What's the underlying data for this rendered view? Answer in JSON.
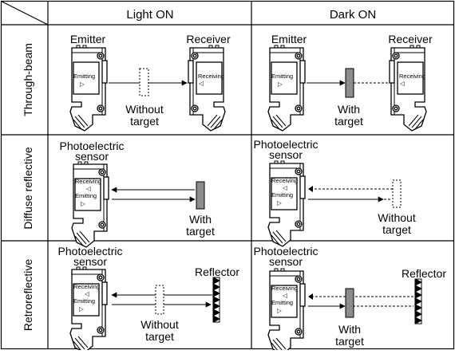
{
  "header": {
    "light_on": "Light ON",
    "dark_on": "Dark ON"
  },
  "rows": {
    "through_beam": "Through-beam",
    "diffuse_reflective": "Diffuse reflective",
    "retroreflective": "Retroreflective"
  },
  "labels": {
    "emitter": "Emitter",
    "receiver": "Receiver",
    "emitting": "Emitting",
    "receiving": "Receiving",
    "photoelectric_l1": "Photoelectric",
    "photoelectric_l2": "sensor",
    "reflector": "Reflector",
    "without": "Without",
    "with": "With",
    "target": "target"
  },
  "colors": {
    "target_fill": "#8c8c8c",
    "line": "#000000"
  }
}
